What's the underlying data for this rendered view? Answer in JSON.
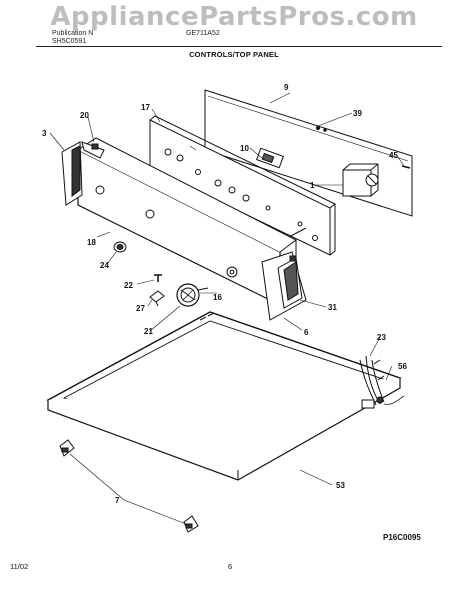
{
  "watermark": "AppliancePartsPros.com",
  "header": {
    "line1_left": "Publication N",
    "line1_right": "GE711A52",
    "line2_left": "SH5C0591"
  },
  "title": "CONTROLS/TOP PANEL",
  "callouts": {
    "c9": "9",
    "c39": "39",
    "c17": "17",
    "c20": "20",
    "c3": "3",
    "c10": "10",
    "c45": "45",
    "c1": "1",
    "c18": "18",
    "c24": "24",
    "c22": "22",
    "c16": "16",
    "c31": "31",
    "c27": "27",
    "c21": "21",
    "c6": "6",
    "c23": "23",
    "c56": "56",
    "c53": "53",
    "c7": "7"
  },
  "footer": {
    "date": "11/02",
    "page": "6",
    "drawing_code": "P16C0095"
  }
}
